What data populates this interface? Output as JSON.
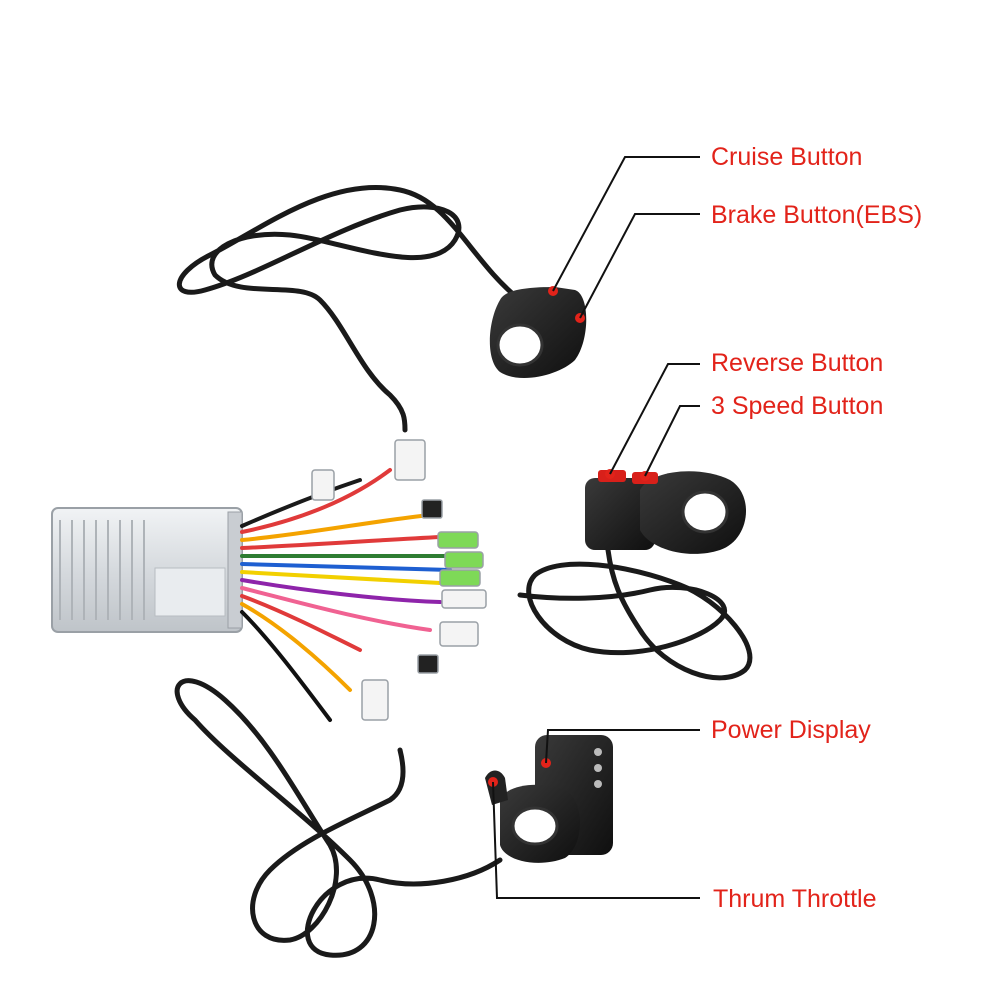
{
  "labels": {
    "cruise_button": "Cruise Button",
    "brake_button": "Brake Button(EBS)",
    "reverse_button": "Reverse Button",
    "speed_button": "3 Speed Button",
    "power_display": "Power Display",
    "thrum_throttle": "Thrum Throttle"
  },
  "colors": {
    "label_text": "#e2231a",
    "leader_line": "#111111",
    "button_dot": "#e2231a",
    "cable": "#1a1a1a",
    "controller_body": "#d9dde1"
  }
}
